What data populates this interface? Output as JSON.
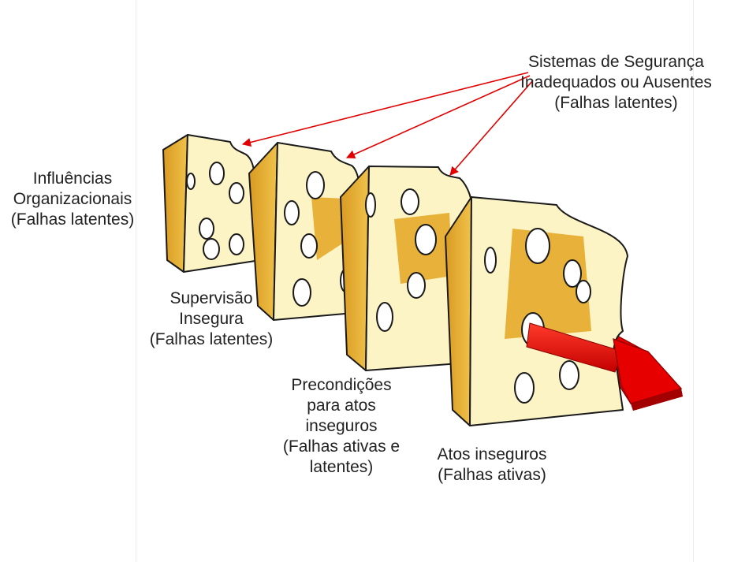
{
  "labels": {
    "safety_systems": [
      "Sistemas de Segurança",
      "Inadequados ou Ausentes",
      "(Falhas latentes)"
    ],
    "organizational": [
      "Influências",
      "Organizacionais",
      "(Falhas latentes)"
    ],
    "supervision": [
      "Supervisão",
      "Insegura",
      "(Falhas latentes)"
    ],
    "preconditions": [
      "Precondições",
      "para atos",
      "inseguros",
      "(Falhas ativas e",
      "latentes)"
    ],
    "unsafe_acts": [
      "Atos inseguros",
      "(Falhas ativas)"
    ]
  },
  "colors": {
    "cheese_face": "#fcf4c4",
    "cheese_side": "#e8b23a",
    "cheese_outline": "#1a1a1a",
    "arrow": "#e60000",
    "pointer_lines": "#e00000"
  }
}
